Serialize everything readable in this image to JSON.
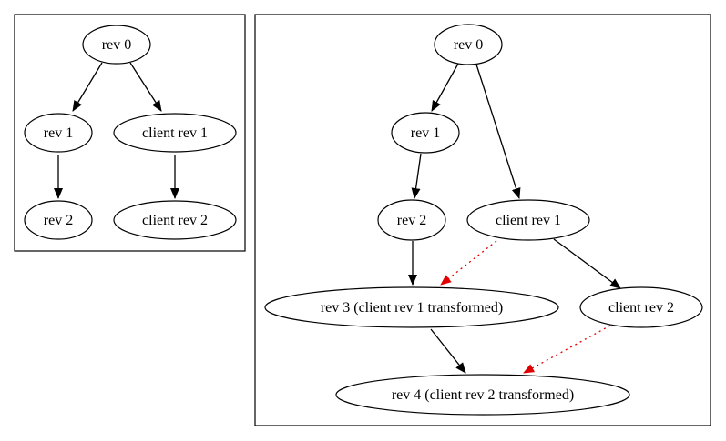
{
  "colors": {
    "edge": "#000000",
    "transform_edge": "#e00000",
    "background": "#ffffff"
  },
  "left_graph": {
    "rev0": "rev 0",
    "rev1": "rev 1",
    "rev2": "rev 2",
    "client_rev1": "client rev 1",
    "client_rev2": "client rev 2"
  },
  "right_graph": {
    "rev0": "rev 0",
    "rev1": "rev 1",
    "rev2": "rev 2",
    "client_rev1": "client rev 1",
    "client_rev2": "client rev 2",
    "rev3": "rev 3 (client rev 1 transformed)",
    "rev4": "rev 4 (client rev 2 transformed)"
  }
}
